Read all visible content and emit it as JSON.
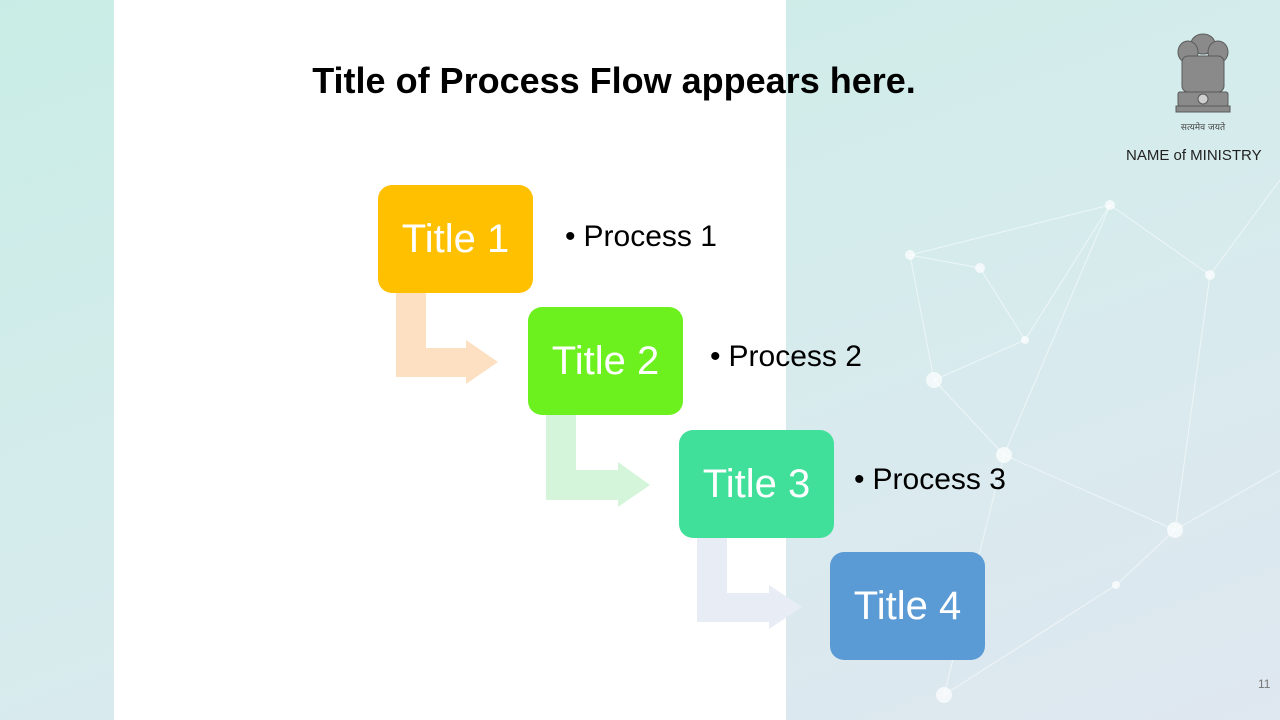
{
  "slide": {
    "title": "Title of Process Flow appears here.",
    "ministry_name": "NAME of MINISTRY",
    "emblem_motto": "सत्यमेव जयते",
    "page_number": "11"
  },
  "flow": {
    "steps": [
      {
        "title": "Title 1",
        "process": "Process 1",
        "color": "#ffc000"
      },
      {
        "title": "Title 2",
        "process": "Process 2",
        "color": "#6cf01e"
      },
      {
        "title": "Title 3",
        "process": "Process 3",
        "color": "#40df9a"
      },
      {
        "title": "Title 4",
        "process": "",
        "color": "#5b9bd5"
      }
    ],
    "connector_colors": [
      "#fde0c2",
      "#d4f5da",
      "#e8edf5"
    ],
    "bullet": "•"
  },
  "theme": {
    "panel": "#ffffff",
    "background": "#cdece7",
    "network": "#ffffff"
  }
}
